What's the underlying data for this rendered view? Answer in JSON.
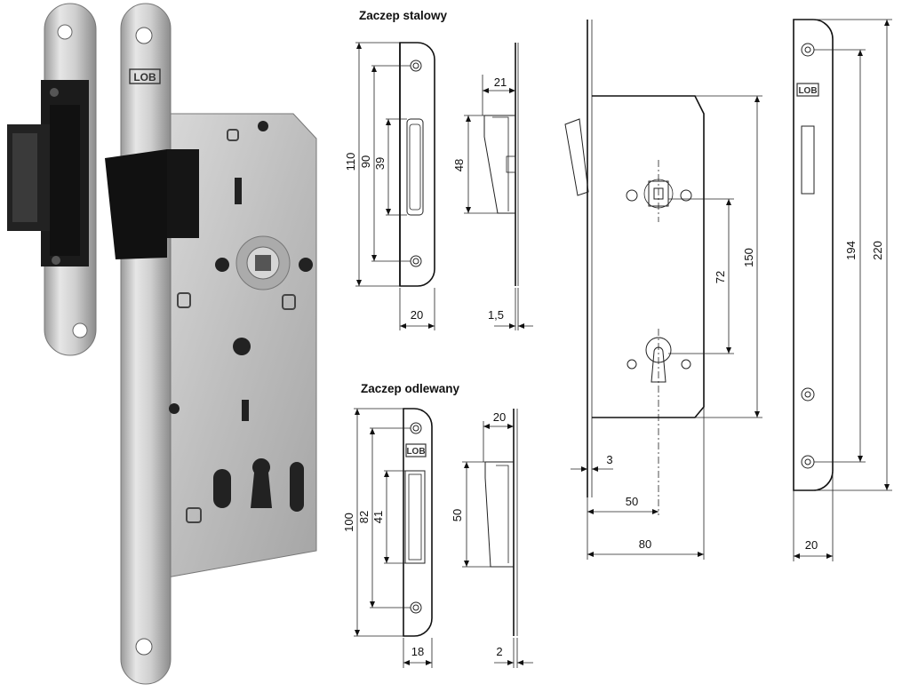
{
  "titles": {
    "steel_strike": "Zaczep stalowy",
    "cast_strike": "Zaczep odlewany"
  },
  "logo_text": "LOB",
  "steel_strike_dims": {
    "height_total": "110",
    "hole_spacing": "90",
    "opening": "39",
    "width": "20",
    "depth": "21",
    "box_height": "48",
    "thickness": "1,5"
  },
  "cast_strike_dims": {
    "height_total": "100",
    "hole_spacing": "82",
    "opening": "41",
    "width": "18",
    "depth": "20",
    "box_height": "50",
    "thickness": "2"
  },
  "lock_body_dims": {
    "faceplate_thickness": "3",
    "backset": "50",
    "body_width": "80",
    "spindle_to_key": "72",
    "body_height": "150"
  },
  "faceplate_dims": {
    "hole_spacing": "194",
    "length": "220",
    "width": "20"
  }
}
